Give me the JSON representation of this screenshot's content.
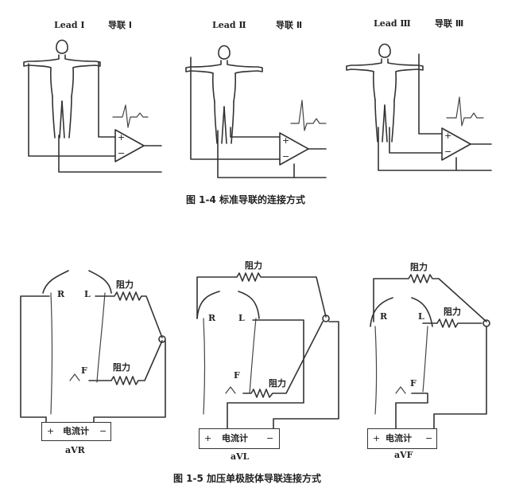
{
  "figure_1_4": {
    "caption": "图 1-4   标准导联的连接方式",
    "panels": [
      {
        "lead_en": "Lead Ⅰ",
        "lead_cn": "导联 Ⅰ"
      },
      {
        "lead_en": "Lead Ⅱ",
        "lead_cn": "导联 Ⅱ"
      },
      {
        "lead_en": "Lead Ⅲ",
        "lead_cn": "导联 Ⅲ"
      }
    ],
    "plus": "+",
    "minus": "−"
  },
  "figure_1_5": {
    "caption": "图 1-5   加压单极肢体导联连接方式",
    "resistor_label": "阻力",
    "right_label": "R",
    "left_label": "L",
    "foot_label": "F",
    "meter_label": "电流计",
    "meter_plus": "+",
    "meter_minus": "−",
    "panels": [
      {
        "name": "aVR"
      },
      {
        "name": "aVL"
      },
      {
        "name": "aVF"
      }
    ]
  }
}
